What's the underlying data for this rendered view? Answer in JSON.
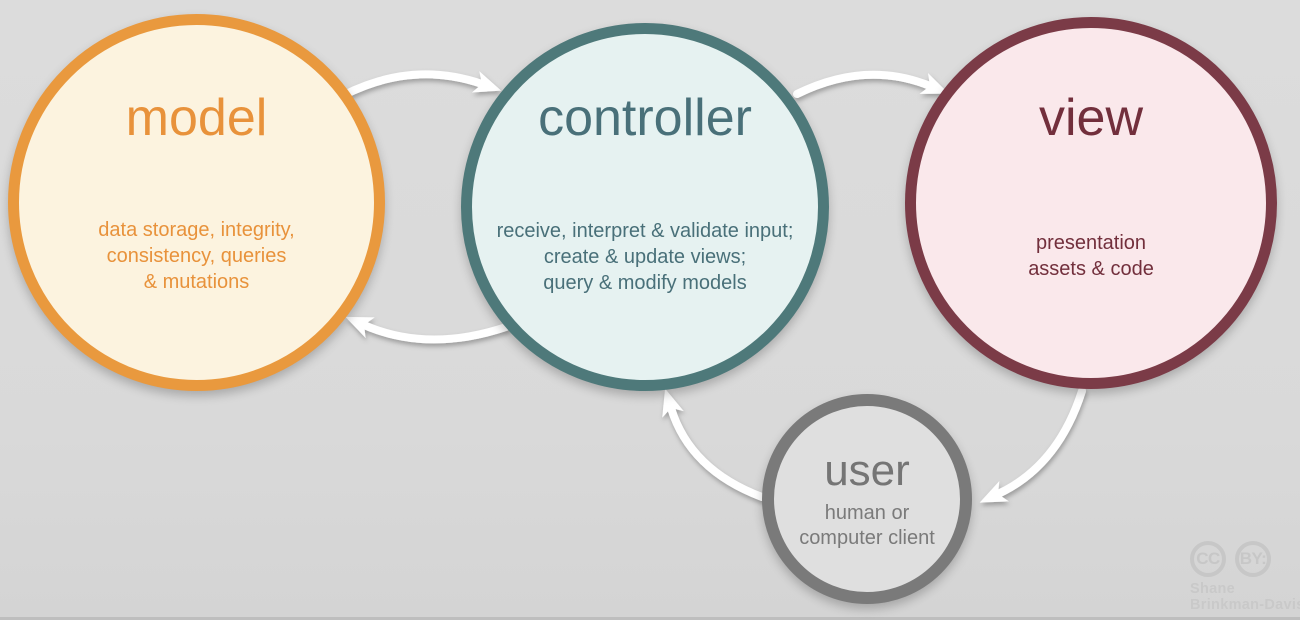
{
  "nodes": {
    "model": {
      "title": "model",
      "lines": [
        "data storage, integrity,",
        "consistency, queries",
        "& mutations"
      ],
      "border_color": "#e9993e",
      "fill_color": "#fcf3df",
      "text_color": "#e8923b"
    },
    "controller": {
      "title": "controller",
      "lines": [
        "receive, interpret & validate input;",
        "create & update views;",
        "query & modify models"
      ],
      "border_color": "#4e797a",
      "fill_color": "#e6f2f1",
      "text_color": "#497079"
    },
    "view": {
      "title": "view",
      "lines": [
        "presentation",
        "assets & code"
      ],
      "border_color": "#7b3b47",
      "fill_color": "#fae8eb",
      "text_color": "#722f3c"
    },
    "user": {
      "title": "user",
      "lines": [
        "human or",
        "computer client"
      ],
      "border_color": "#7a7a7a",
      "fill_color": "#dfdfdf",
      "text_color": "#757575"
    }
  },
  "arrows": [
    {
      "name": "model-to-controller",
      "from": "model",
      "to": "controller"
    },
    {
      "name": "controller-to-view",
      "from": "controller",
      "to": "view"
    },
    {
      "name": "view-to-user",
      "from": "view",
      "to": "user"
    },
    {
      "name": "user-to-controller",
      "from": "user",
      "to": "controller"
    },
    {
      "name": "controller-to-model",
      "from": "controller",
      "to": "model"
    }
  ],
  "arrow_color": "#ffffff",
  "background_color": "#d9d9d9",
  "attribution": {
    "badge_cc": "CC",
    "badge_by": "BY:",
    "name_line1": "Shane",
    "name_line2": "Brinkman-Davis"
  }
}
